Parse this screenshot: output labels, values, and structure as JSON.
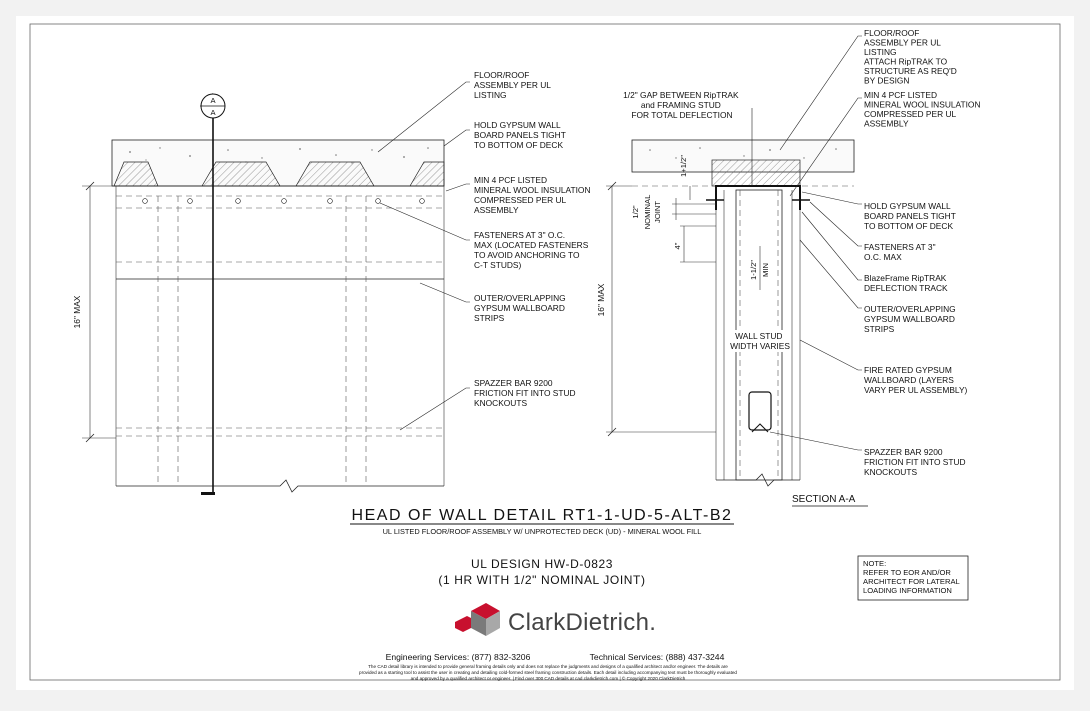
{
  "detail": {
    "title": "HEAD OF WALL DETAIL RT1-1-UD-5-ALT-B2",
    "subtitle": "UL LISTED FLOOR/ROOF ASSEMBLY W/ UNPROTECTED DECK (UD) - MINERAL WOOL FILL",
    "ul_design": "UL DESIGN HW-D-0823",
    "rating": "(1 HR WITH 1/2\" NOMINAL JOINT)",
    "section_label": "SECTION A-A",
    "section_marker": {
      "top": "A",
      "bottom": "A"
    }
  },
  "left_view": {
    "dim_height": "16\" MAX",
    "callouts": [
      {
        "lines": [
          "FLOOR/ROOF",
          "ASSEMBLY PER UL",
          "LISTING"
        ]
      },
      {
        "lines": [
          "HOLD GYPSUM WALL",
          "BOARD PANELS TIGHT",
          "TO BOTTOM OF DECK"
        ]
      },
      {
        "lines": [
          "MIN 4 PCF LISTED",
          "MINERAL WOOL INSULATION",
          "COMPRESSED PER UL",
          "ASSEMBLY"
        ]
      },
      {
        "lines": [
          "FASTENERS AT 3\" O.C.",
          "MAX (LOCATED FASTENERS",
          "TO AVOID ANCHORING TO",
          "C-T STUDS)"
        ]
      },
      {
        "lines": [
          "OUTER/OVERLAPPING",
          "GYPSUM WALLBOARD",
          "STRIPS"
        ]
      },
      {
        "lines": [
          "SPAZZER BAR 9200",
          "FRICTION FIT INTO STUD",
          "KNOCKOUTS"
        ]
      }
    ]
  },
  "section_view": {
    "dim_height": "16\" MAX",
    "dim_joint": [
      "1/2\"",
      "NOMINAL",
      "JOINT"
    ],
    "dim_gap": "1+1/2\"",
    "dim_four": "4\"",
    "dim_min": [
      "1-1/2\"",
      "MIN"
    ],
    "gap_note": [
      "1/2\" GAP BETWEEN RipTRAK",
      "and FRAMING STUD",
      "FOR TOTAL DEFLECTION"
    ],
    "stud_note": [
      "WALL STUD",
      "WIDTH VARIES"
    ],
    "callouts": [
      {
        "lines": [
          "FLOOR/ROOF",
          "ASSEMBLY PER UL",
          "LISTING",
          "ATTACH RipTRAK TO",
          "STRUCTURE AS REQ'D",
          "BY DESIGN"
        ]
      },
      {
        "lines": [
          "MIN 4 PCF LISTED",
          "MINERAL WOOL INSULATION",
          "COMPRESSED PER UL",
          "ASSEMBLY"
        ]
      },
      {
        "lines": [
          "HOLD GYPSUM WALL",
          "BOARD PANELS TIGHT",
          "TO BOTTOM OF DECK"
        ]
      },
      {
        "lines": [
          "FASTENERS AT 3\"",
          "O.C. MAX"
        ]
      },
      {
        "lines": [
          "BlazeFrame RipTRAK",
          "DEFLECTION TRACK"
        ]
      },
      {
        "lines": [
          "OUTER/OVERLAPPING",
          "GYPSUM WALLBOARD",
          "STRIPS"
        ]
      },
      {
        "lines": [
          "FIRE RATED GYPSUM",
          "WALLBOARD (LAYERS",
          "VARY PER UL ASSEMBLY)"
        ]
      },
      {
        "lines": [
          "SPAZZER BAR 9200",
          "FRICTION FIT INTO STUD",
          "KNOCKOUTS"
        ]
      }
    ]
  },
  "note": {
    "lines": [
      "NOTE:",
      "REFER TO EOR AND/OR",
      "ARCHITECT FOR LATERAL",
      "LOADING INFORMATION"
    ]
  },
  "brand": {
    "name": "ClarkDietrich.",
    "colors": {
      "red": "#c8102e",
      "gray": "#6b6b6b"
    }
  },
  "footer": {
    "engineering": "Engineering Services: (877) 832-3206",
    "technical": "Technical Services: (888) 437-3244",
    "disclaimer": [
      "The CAD detail library is intended to provide general framing details only and does not replace the judgments and designs of a qualified architect and/or engineer. The details are",
      "provided as a starting tool to assist the user in creating and detailing cold-formed steel framing construction details. Each detail including accompanying text must be thoroughly evaluated",
      "and approved by a qualified architect or engineer.    |    Find over 300 CAD details at cad.clarkdietrich.com    |    © Copyright 2020 ClarkDietrich"
    ]
  }
}
